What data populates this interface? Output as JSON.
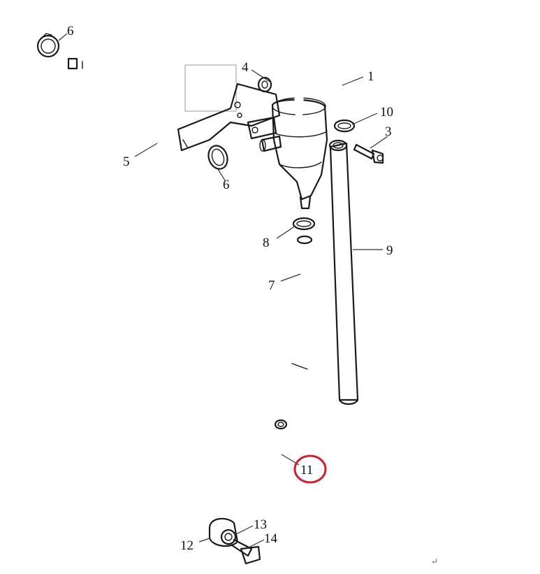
{
  "diagram": {
    "callouts": [
      {
        "id": "1",
        "label": "1"
      },
      {
        "id": "3",
        "label": "3"
      },
      {
        "id": "4",
        "label": "4"
      },
      {
        "id": "5",
        "label": "5"
      },
      {
        "id": "6a",
        "label": "6"
      },
      {
        "id": "6b",
        "label": "6"
      },
      {
        "id": "7",
        "label": "7"
      },
      {
        "id": "8",
        "label": "8"
      },
      {
        "id": "9",
        "label": "9"
      },
      {
        "id": "10",
        "label": "10"
      },
      {
        "id": "11",
        "label": "11"
      },
      {
        "id": "12",
        "label": "12"
      },
      {
        "id": "13",
        "label": "13"
      },
      {
        "id": "14",
        "label": "14"
      }
    ],
    "highlighted_callout": "11",
    "highlight_color": "#d4202a",
    "line_color": "#1a1a1a",
    "return_mark": "↵"
  }
}
